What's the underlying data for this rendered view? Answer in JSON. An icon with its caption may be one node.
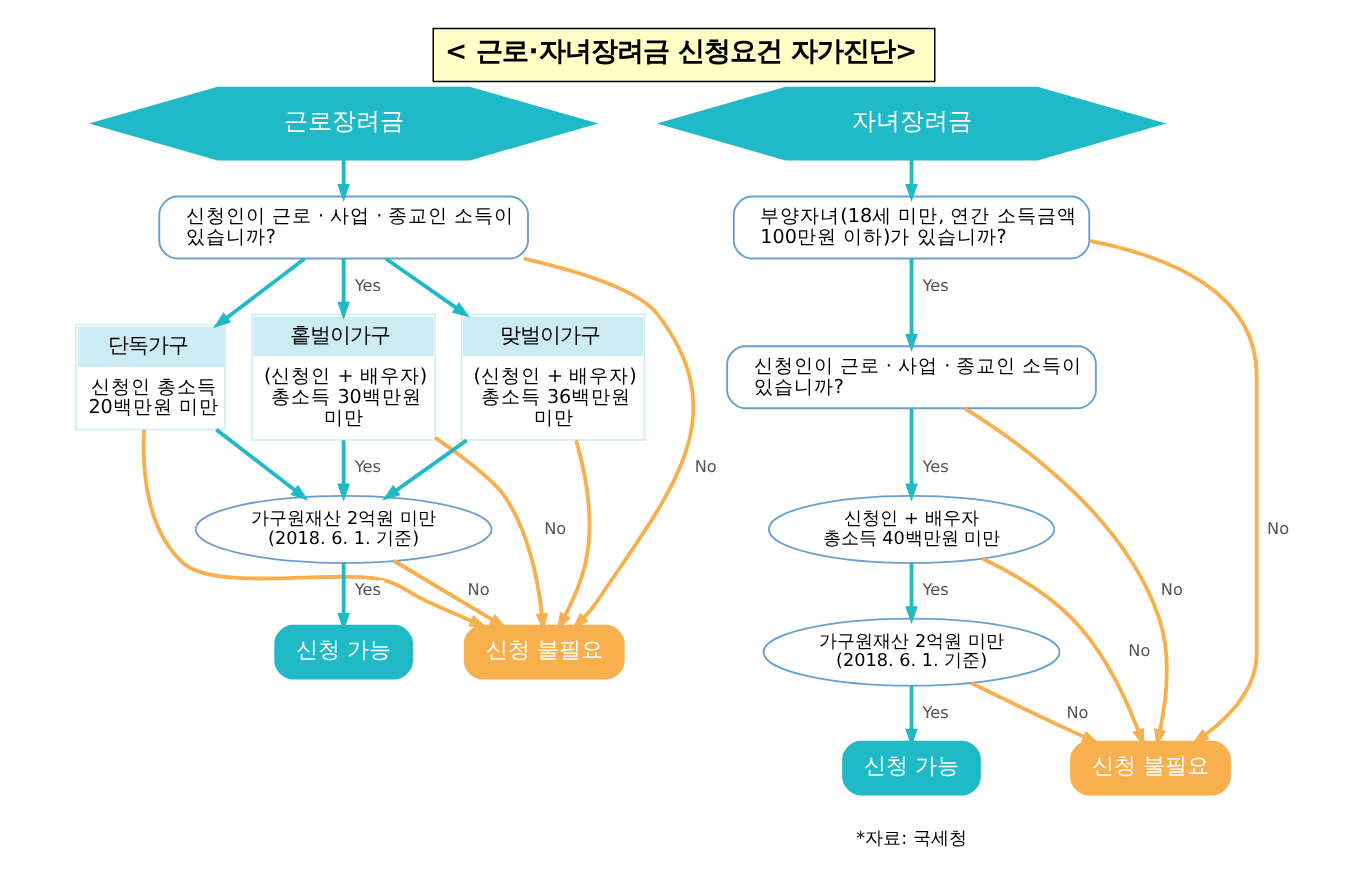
{
  "diagram": {
    "title": "< 근로·자녀장려금 신청요건 자가진단>",
    "nodes": [
      {
        "text": [
          "근로장려금"
        ]
      },
      {
        "text": [
          "신청인이 근로 · 사업 · 종교인 소득이 있습니까?"
        ]
      },
      {
        "text": [
          "단독가구",
          "신청인 총소득 20백만원 미만"
        ]
      },
      {
        "text": [
          "홑벌이가구",
          "(신청인 + 배우자) 총소득 30백만원 미만"
        ]
      },
      {
        "text": [
          "맞벌이가구",
          "(신청인 + 배우자) 총소득 36백만원 미만"
        ]
      },
      {
        "text": [
          "가구원재산 2억원 미만 (2018. 6. 1. 기준)"
        ]
      },
      {
        "text": [
          "신청 가능"
        ]
      },
      {
        "text": [
          "신청 불필요"
        ]
      },
      {
        "text": [
          "자녀장려금"
        ]
      },
      {
        "text": [
          "부양자녀(18세 미만, 연간 소득금액 100만원 이하)가 있습니까?"
        ]
      },
      {
        "text": [
          "신청인이 근로 · 사업 · 종교인 소득이 있습니까?"
        ]
      },
      {
        "text": [
          "신청인 + 배우자 총소득 40백만원 미만"
        ]
      },
      {
        "text": [
          "가구원재산 2억원 미만 (2018. 6. 1. 기준)"
        ]
      },
      {
        "text": [
          "신청 가능"
        ]
      },
      {
        "text": [
          "신청 불필요"
        ]
      }
    ],
    "edges": [
      {
        "from": 0,
        "to": 1,
        "arrow": "to"
      },
      {
        "from": 1,
        "to": 2,
        "arrow": "to"
      },
      {
        "from": 1,
        "to": 3,
        "arrow": "to",
        "label": "Yes"
      },
      {
        "from": 1,
        "to": 4,
        "arrow": "to"
      },
      {
        "from": 1,
        "to": 7,
        "arrow": "to",
        "label": "No",
        "color": "#f8b04f"
      },
      {
        "from": 2,
        "to": 5,
        "arrow": "to"
      },
      {
        "from": 3,
        "to": 5,
        "arrow": "to",
        "label": "Yes"
      },
      {
        "from": 4,
        "to": 5,
        "arrow": "to"
      },
      {
        "from": 2,
        "to": 7,
        "arrow": "to",
        "color": "#f8b04f"
      },
      {
        "from": 3,
        "to": 7,
        "arrow": "to",
        "label": "No",
        "color": "#f8b04f"
      },
      {
        "from": 4,
        "to": 7,
        "arrow": "to",
        "color": "#f8b04f"
      },
      {
        "from": 5,
        "to": 6,
        "arrow": "to",
        "label": "Yes"
      },
      {
        "from": 5,
        "to": 7,
        "arrow": "to",
        "label": "No",
        "color": "#f8b04f"
      },
      {
        "from": 8,
        "to": 9,
        "arrow": "to"
      },
      {
        "from": 9,
        "to": 10,
        "arrow": "to",
        "label": "Yes"
      },
      {
        "from": 9,
        "to": 14,
        "arrow": "to",
        "label": "No",
        "color": "#f8b04f"
      },
      {
        "from": 10,
        "to": 11,
        "arrow": "to",
        "label": "Yes"
      },
      {
        "from": 10,
        "to": 14,
        "arrow": "to",
        "label": "No",
        "color": "#f8b04f"
      },
      {
        "from": 11,
        "to": 12,
        "arrow": "to",
        "label": "Yes"
      },
      {
        "from": 11,
        "to": 14,
        "arrow": "to",
        "label": "No",
        "color": "#f8b04f"
      },
      {
        "from": 12,
        "to": 13,
        "arrow": "to",
        "label": "Yes"
      },
      {
        "from": 12,
        "to": 14,
        "arrow": "to",
        "label": "No",
        "color": "#f8b04f"
      }
    ],
    "labels": [
      "*자료: 국세청"
    ]
  }
}
